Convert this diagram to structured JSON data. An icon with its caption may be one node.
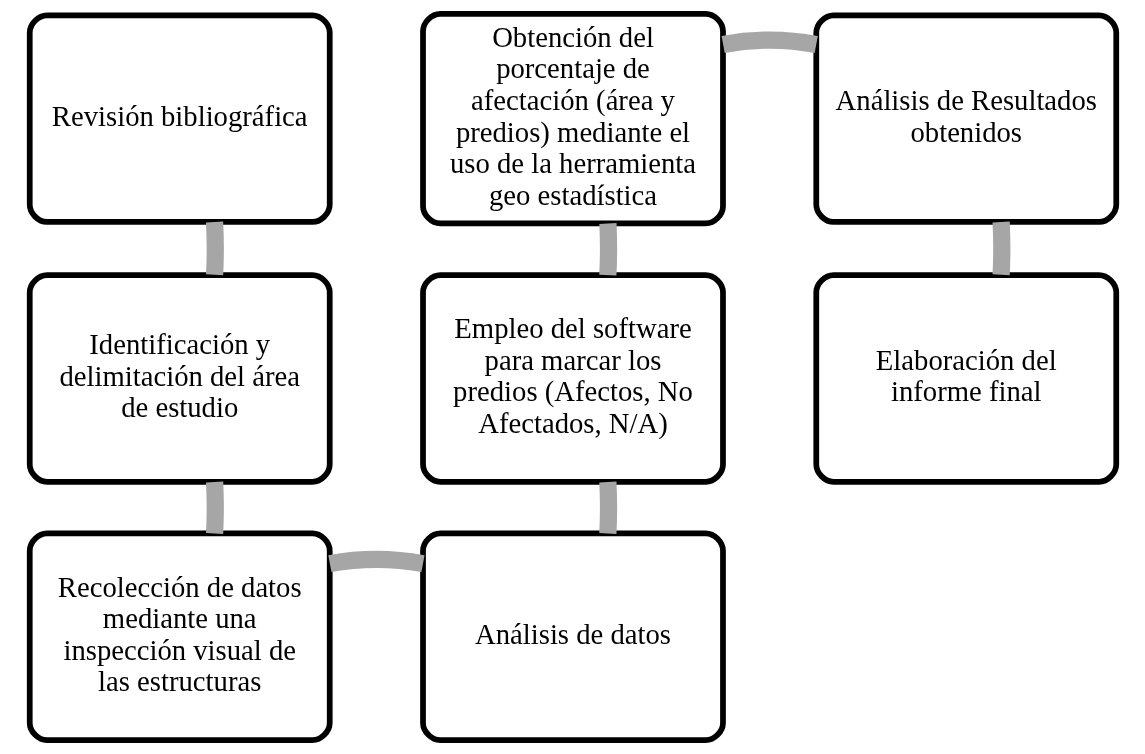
{
  "diagram": {
    "nodes": [
      {
        "text": [
          "Revisión bibliográfica"
        ]
      },
      {
        "text": [
          "Identificación y delimitación del área de estudio"
        ]
      },
      {
        "text": [
          "Recolección de datos mediante una inspección visual de las estructuras"
        ]
      },
      {
        "text": [
          "Análisis de datos"
        ]
      },
      {
        "text": [
          "Empleo del software para marcar los predios (Afectos, No Afectados, N/A)"
        ]
      },
      {
        "text": [
          "Obtención del porcentaje de afectación (área y predios) mediante el uso de la herramienta geo estadística"
        ]
      },
      {
        "text": [
          "Análisis de Resultados obtenidos"
        ]
      },
      {
        "text": [
          "Elaboración del informe final"
        ]
      }
    ],
    "edges": [
      {
        "from": 0,
        "to": 1,
        "arrow": "none"
      },
      {
        "from": 1,
        "to": 2,
        "arrow": "none"
      },
      {
        "from": 2,
        "to": 3,
        "arrow": "none"
      },
      {
        "from": 3,
        "to": 4,
        "arrow": "none"
      },
      {
        "from": 4,
        "to": 5,
        "arrow": "none"
      },
      {
        "from": 5,
        "to": 6,
        "arrow": "none"
      },
      {
        "from": 6,
        "to": 7,
        "arrow": "none"
      }
    ]
  }
}
